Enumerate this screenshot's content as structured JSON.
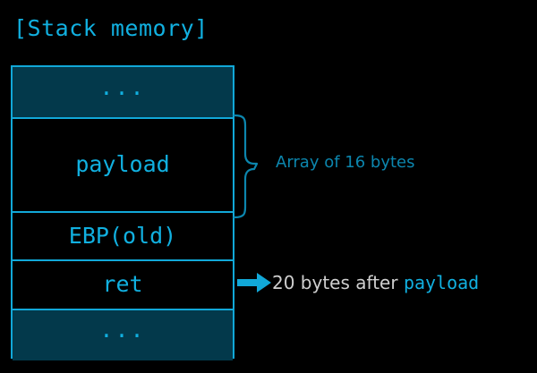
{
  "diagram": {
    "title": "[Stack memory]",
    "background_color": "#000000",
    "accent_color": "#11a8d8",
    "fill_color": "#03394b",
    "muted_accent_color": "#0c86ae",
    "text_color": "#cfcfcf",
    "stack_cells": [
      {
        "id": "top-ellipsis",
        "label": "...",
        "filled": true
      },
      {
        "id": "payload",
        "label": "payload",
        "filled": false
      },
      {
        "id": "saved-ebp",
        "label": "EBP(old)",
        "filled": false
      },
      {
        "id": "return-address",
        "label": "ret",
        "filled": false
      },
      {
        "id": "bottom-ellipsis",
        "label": "...",
        "filled": true
      }
    ],
    "annotations": {
      "array_brace": {
        "icon": "curly-brace-icon",
        "label": "Array of 16 bytes",
        "spans_cell": "payload"
      },
      "offset_arrow": {
        "icon": "right-arrow-icon",
        "label_prefix": "20 bytes after ",
        "label_accent": "payload",
        "points_at_cell": "return-address"
      }
    }
  }
}
